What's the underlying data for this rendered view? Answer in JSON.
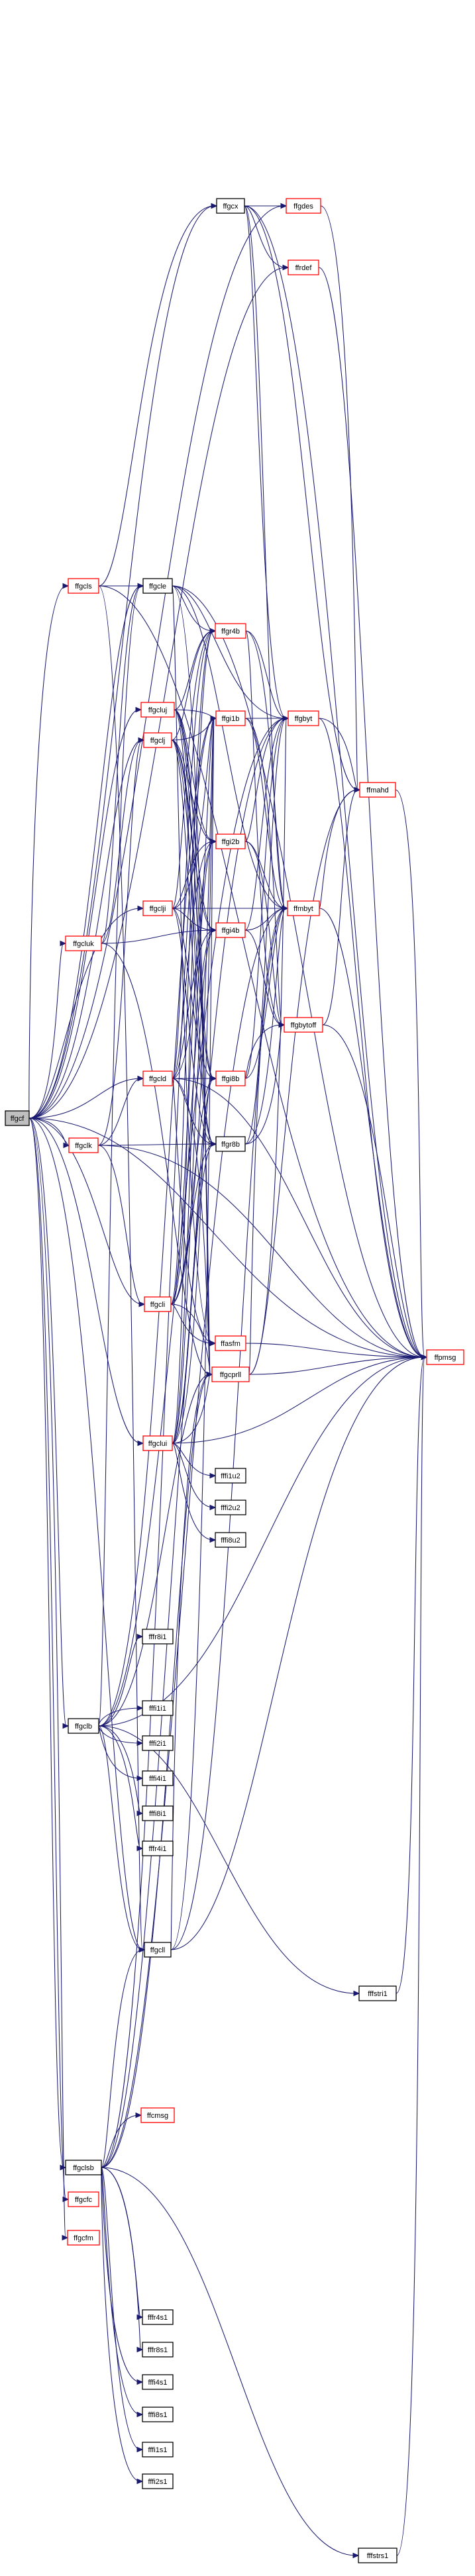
{
  "graph": {
    "edge_color": "#191970",
    "external_border_color": "#000000",
    "documented_border_color": "#ff0000",
    "root_fill_color": "#bfbfbf",
    "nodes": [
      {
        "id": "root",
        "label": "ffgcf",
        "style": "root"
      },
      {
        "id": "ffgcx",
        "label": "ffgcx",
        "style": "black"
      },
      {
        "id": "ffgdes",
        "label": "ffgdes",
        "style": "red"
      },
      {
        "id": "ffrdef",
        "label": "ffrdef",
        "style": "red"
      },
      {
        "id": "ffgcls",
        "label": "ffgcls",
        "style": "red"
      },
      {
        "id": "ffgcle",
        "label": "ffgcle",
        "style": "black"
      },
      {
        "id": "ffgr4b",
        "label": "ffgr4b",
        "style": "red"
      },
      {
        "id": "ffgcluj",
        "label": "ffgcluj",
        "style": "red"
      },
      {
        "id": "ffgi1b",
        "label": "ffgi1b",
        "style": "red"
      },
      {
        "id": "ffgbyt",
        "label": "ffgbyt",
        "style": "red"
      },
      {
        "id": "ffgclj",
        "label": "ffgclj",
        "style": "red"
      },
      {
        "id": "ffmahd",
        "label": "ffmahd",
        "style": "red"
      },
      {
        "id": "ffgi2b",
        "label": "ffgi2b",
        "style": "red"
      },
      {
        "id": "ffgcluk",
        "label": "ffgcluk",
        "style": "red"
      },
      {
        "id": "ffgclji",
        "label": "ffgclji",
        "style": "red"
      },
      {
        "id": "ffmbyt",
        "label": "ffmbyt",
        "style": "red"
      },
      {
        "id": "ffgi4b",
        "label": "ffgi4b",
        "style": "red"
      },
      {
        "id": "ffgbytoff",
        "label": "ffgbytoff",
        "style": "red"
      },
      {
        "id": "ffgcld",
        "label": "ffgcld",
        "style": "red"
      },
      {
        "id": "ffgi8b",
        "label": "ffgi8b",
        "style": "red"
      },
      {
        "id": "ffgclk",
        "label": "ffgclk",
        "style": "red"
      },
      {
        "id": "ffgr8b",
        "label": "ffgr8b",
        "style": "black"
      },
      {
        "id": "ffgcli",
        "label": "ffgcli",
        "style": "red"
      },
      {
        "id": "ffasfm",
        "label": "ffasfm",
        "style": "red"
      },
      {
        "id": "ffpmsg",
        "label": "ffpmsg",
        "style": "red"
      },
      {
        "id": "ffgcprll",
        "label": "ffgcprll",
        "style": "red"
      },
      {
        "id": "ffgclui",
        "label": "ffgclui",
        "style": "red"
      },
      {
        "id": "fffi1u2",
        "label": "fffi1u2",
        "style": "black"
      },
      {
        "id": "fffi2u2",
        "label": "fffi2u2",
        "style": "black"
      },
      {
        "id": "fffi8u2",
        "label": "fffi8u2",
        "style": "black"
      },
      {
        "id": "fffr8i1",
        "label": "fffr8i1",
        "style": "black"
      },
      {
        "id": "ffgclb",
        "label": "ffgclb",
        "style": "black"
      },
      {
        "id": "fffi1i1",
        "label": "fffi1i1",
        "style": "black"
      },
      {
        "id": "fffi2i1",
        "label": "fffi2i1",
        "style": "black"
      },
      {
        "id": "fffi4i1",
        "label": "fffi4i1",
        "style": "black"
      },
      {
        "id": "fffi8i1",
        "label": "fffi8i1",
        "style": "black"
      },
      {
        "id": "fffr4i1",
        "label": "fffr4i1",
        "style": "black"
      },
      {
        "id": "ffgcll",
        "label": "ffgcll",
        "style": "black"
      },
      {
        "id": "fffstri1",
        "label": "fffstri1",
        "style": "black"
      },
      {
        "id": "ffcmsg",
        "label": "ffcmsg",
        "style": "red"
      },
      {
        "id": "ffgclsb",
        "label": "ffgclsb",
        "style": "black"
      },
      {
        "id": "ffgcfc",
        "label": "ffgcfc",
        "style": "red"
      },
      {
        "id": "ffgcfm",
        "label": "ffgcfm",
        "style": "red"
      },
      {
        "id": "fffr4s1",
        "label": "fffr4s1",
        "style": "black"
      },
      {
        "id": "fffr8s1",
        "label": "fffr8s1",
        "style": "black"
      },
      {
        "id": "fffi4s1",
        "label": "fffi4s1",
        "style": "black"
      },
      {
        "id": "fffi8s1",
        "label": "fffi8s1",
        "style": "black"
      },
      {
        "id": "fffi1s1",
        "label": "fffi1s1",
        "style": "black"
      },
      {
        "id": "fffi2s1",
        "label": "fffi2s1",
        "style": "black"
      },
      {
        "id": "fffstrs1",
        "label": "fffstrs1",
        "style": "black"
      }
    ],
    "edges": [
      [
        "root",
        "ffgcx"
      ],
      [
        "root",
        "ffgcls"
      ],
      [
        "root",
        "ffgcle"
      ],
      [
        "root",
        "ffgcluj"
      ],
      [
        "root",
        "ffgclj"
      ],
      [
        "root",
        "ffgcluk"
      ],
      [
        "root",
        "ffgclji"
      ],
      [
        "root",
        "ffgcld"
      ],
      [
        "root",
        "ffgclk"
      ],
      [
        "root",
        "ffgcli"
      ],
      [
        "root",
        "ffgclui"
      ],
      [
        "root",
        "ffgclb"
      ],
      [
        "root",
        "ffgcll"
      ],
      [
        "root",
        "ffgclsb"
      ],
      [
        "root",
        "ffgcfc"
      ],
      [
        "root",
        "ffgcfm"
      ],
      [
        "root",
        "ffpmsg"
      ],
      [
        "root",
        "ffgdes"
      ],
      [
        "root",
        "ffrdef"
      ],
      [
        "ffgcx",
        "ffgdes"
      ],
      [
        "ffgcx",
        "ffrdef"
      ],
      [
        "ffgcx",
        "ffgbyt"
      ],
      [
        "ffgcx",
        "ffmbyt"
      ],
      [
        "ffgcx",
        "ffmahd"
      ],
      [
        "ffgcx",
        "ffpmsg"
      ],
      [
        "ffgdes",
        "ffmahd"
      ],
      [
        "ffrdef",
        "ffpmsg"
      ],
      [
        "ffgcls",
        "ffgcle"
      ],
      [
        "ffgcls",
        "ffgcx"
      ],
      [
        "ffgcls",
        "ffgcll"
      ],
      [
        "ffgcls",
        "ffpmsg"
      ],
      [
        "ffgcle",
        "ffgr4b"
      ],
      [
        "ffgcle",
        "ffgcprll"
      ],
      [
        "ffgcle",
        "ffgbyt"
      ],
      [
        "ffgcle",
        "ffasfm"
      ],
      [
        "ffgcle",
        "ffpmsg"
      ],
      [
        "ffgcle",
        "ffmbyt"
      ],
      [
        "ffgr4b",
        "ffgbyt"
      ],
      [
        "ffgr4b",
        "ffgbytoff"
      ],
      [
        "ffgr4b",
        "ffmbyt"
      ],
      [
        "ffgcluj",
        "ffgi1b"
      ],
      [
        "ffgcluj",
        "ffgi2b"
      ],
      [
        "ffgcluj",
        "ffgi4b"
      ],
      [
        "ffgcluj",
        "ffgi8b"
      ],
      [
        "ffgcluj",
        "ffgr4b"
      ],
      [
        "ffgcluj",
        "ffgr8b"
      ],
      [
        "ffgcluj",
        "ffgcprll"
      ],
      [
        "ffgi1b",
        "ffgbyt"
      ],
      [
        "ffgi1b",
        "ffgbytoff"
      ],
      [
        "ffgi1b",
        "ffmbyt"
      ],
      [
        "ffgbyt",
        "ffmahd"
      ],
      [
        "ffgbyt",
        "ffpmsg"
      ],
      [
        "ffgclj",
        "ffgi1b"
      ],
      [
        "ffgclj",
        "ffgi2b"
      ],
      [
        "ffgclj",
        "ffgi4b"
      ],
      [
        "ffgclj",
        "ffgi8b"
      ],
      [
        "ffgclj",
        "ffgr4b"
      ],
      [
        "ffgclj",
        "ffgr8b"
      ],
      [
        "ffgclj",
        "ffgcprll"
      ],
      [
        "ffmahd",
        "ffpmsg"
      ],
      [
        "ffgi2b",
        "ffgbyt"
      ],
      [
        "ffgi2b",
        "ffgbytoff"
      ],
      [
        "ffgi2b",
        "ffmbyt"
      ],
      [
        "ffgcluk",
        "ffgcle"
      ],
      [
        "ffgcluk",
        "ffgclj"
      ],
      [
        "ffgcluk",
        "ffgi4b"
      ],
      [
        "ffgcluk",
        "ffgcprll"
      ],
      [
        "ffgclji",
        "ffgi1b"
      ],
      [
        "ffgclji",
        "ffgi2b"
      ],
      [
        "ffgclji",
        "ffgi4b"
      ],
      [
        "ffgclji",
        "ffgi8b"
      ],
      [
        "ffgclji",
        "ffgr4b"
      ],
      [
        "ffgclji",
        "ffgr8b"
      ],
      [
        "ffgclji",
        "ffmbyt"
      ],
      [
        "ffmbyt",
        "ffmahd"
      ],
      [
        "ffmbyt",
        "ffpmsg"
      ],
      [
        "ffgi4b",
        "ffgbyt"
      ],
      [
        "ffgi4b",
        "ffgbytoff"
      ],
      [
        "ffgi4b",
        "ffmbyt"
      ],
      [
        "ffgbytoff",
        "ffmahd"
      ],
      [
        "ffgbytoff",
        "ffpmsg"
      ],
      [
        "ffgcld",
        "ffgi1b"
      ],
      [
        "ffgcld",
        "ffgi2b"
      ],
      [
        "ffgcld",
        "ffgi4b"
      ],
      [
        "ffgcld",
        "ffgi8b"
      ],
      [
        "ffgcld",
        "ffgr4b"
      ],
      [
        "ffgcld",
        "ffgr8b"
      ],
      [
        "ffgcld",
        "ffgcprll"
      ],
      [
        "ffgcld",
        "ffasfm"
      ],
      [
        "ffgcld",
        "ffpmsg"
      ],
      [
        "ffgi8b",
        "ffgbyt"
      ],
      [
        "ffgi8b",
        "ffgbytoff"
      ],
      [
        "ffgi8b",
        "ffmbyt"
      ],
      [
        "ffgclk",
        "ffgcld"
      ],
      [
        "ffgclk",
        "ffgclj"
      ],
      [
        "ffgclk",
        "ffgr8b"
      ],
      [
        "ffgclk",
        "ffgcli"
      ],
      [
        "ffgclk",
        "ffpmsg"
      ],
      [
        "ffgr8b",
        "ffgbyt"
      ],
      [
        "ffgr8b",
        "ffgbytoff"
      ],
      [
        "ffgr8b",
        "ffmbyt"
      ],
      [
        "ffgcli",
        "ffgi1b"
      ],
      [
        "ffgcli",
        "ffgi2b"
      ],
      [
        "ffgcli",
        "ffgi4b"
      ],
      [
        "ffgcli",
        "ffgi8b"
      ],
      [
        "ffgcli",
        "ffgr4b"
      ],
      [
        "ffgcli",
        "ffgr8b"
      ],
      [
        "ffgcli",
        "ffgcprll"
      ],
      [
        "ffgcli",
        "ffasfm"
      ],
      [
        "ffasfm",
        "ffpmsg"
      ],
      [
        "ffgcprll",
        "ffpmsg"
      ],
      [
        "ffgcprll",
        "ffgbyt"
      ],
      [
        "ffgcprll",
        "ffmbyt"
      ],
      [
        "ffgcprll",
        "ffmahd"
      ],
      [
        "ffgclui",
        "ffgi1b"
      ],
      [
        "ffgclui",
        "ffgi2b"
      ],
      [
        "ffgclui",
        "ffgi4b"
      ],
      [
        "ffgclui",
        "ffgi8b"
      ],
      [
        "ffgclui",
        "ffgr4b"
      ],
      [
        "ffgclui",
        "ffgr8b"
      ],
      [
        "ffgclui",
        "ffgcprll"
      ],
      [
        "ffgclui",
        "fffi1u2"
      ],
      [
        "ffgclui",
        "fffi2u2"
      ],
      [
        "ffgclui",
        "fffi8u2"
      ],
      [
        "ffgclui",
        "ffpmsg"
      ],
      [
        "ffgclb",
        "fffr8i1"
      ],
      [
        "ffgclb",
        "fffi1i1"
      ],
      [
        "ffgclb",
        "fffi2i1"
      ],
      [
        "ffgclb",
        "fffi4i1"
      ],
      [
        "ffgclb",
        "fffi8i1"
      ],
      [
        "ffgclb",
        "fffr4i1"
      ],
      [
        "ffgclb",
        "ffgcll"
      ],
      [
        "ffgclb",
        "fffstri1"
      ],
      [
        "ffgclb",
        "ffgcprll"
      ],
      [
        "ffgclb",
        "ffgi1b"
      ],
      [
        "ffgclb",
        "ffgbyt"
      ],
      [
        "ffgclb",
        "ffpmsg"
      ],
      [
        "ffgclb",
        "ffgcle"
      ],
      [
        "ffgcll",
        "ffgi1b"
      ],
      [
        "ffgcll",
        "ffgcprll"
      ],
      [
        "ffgcll",
        "ffmbyt"
      ],
      [
        "ffgcll",
        "ffpmsg"
      ],
      [
        "fffstri1",
        "ffpmsg"
      ],
      [
        "ffgclsb",
        "ffcmsg"
      ],
      [
        "ffgclsb",
        "fffr4s1"
      ],
      [
        "ffgclsb",
        "fffr8s1"
      ],
      [
        "ffgclsb",
        "fffi4s1"
      ],
      [
        "ffgclsb",
        "fffi8s1"
      ],
      [
        "ffgclsb",
        "fffi1s1"
      ],
      [
        "ffgclsb",
        "fffi2s1"
      ],
      [
        "ffgclsb",
        "fffstrs1"
      ],
      [
        "ffgclsb",
        "ffgcprll"
      ],
      [
        "ffgclsb",
        "ffgi1b"
      ],
      [
        "ffgclsb",
        "ffgbyt"
      ],
      [
        "ffgclsb",
        "ffmbyt"
      ],
      [
        "ffgclsb",
        "ffgcll"
      ],
      [
        "fffstrs1",
        "ffpmsg"
      ]
    ]
  }
}
